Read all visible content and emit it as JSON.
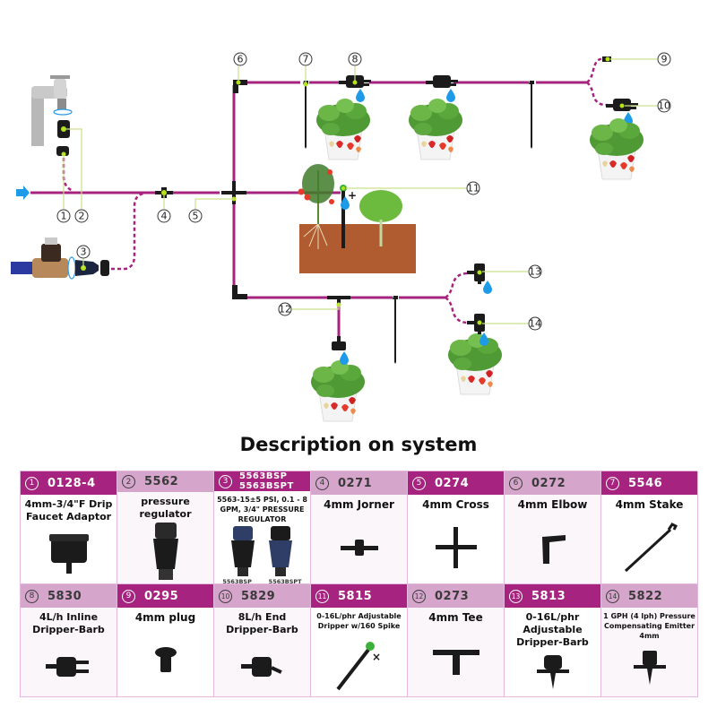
{
  "diagram": {
    "callouts": [
      {
        "num": "1"
      },
      {
        "num": "2"
      },
      {
        "num": "3"
      },
      {
        "num": "4"
      },
      {
        "num": "5"
      },
      {
        "num": "6"
      },
      {
        "num": "7"
      },
      {
        "num": "8"
      },
      {
        "num": "9"
      },
      {
        "num": "10"
      },
      {
        "num": "11"
      },
      {
        "num": "12"
      },
      {
        "num": "13"
      },
      {
        "num": "14"
      }
    ],
    "colors": {
      "tubing": "#a6247f",
      "leader": "#c9e08a",
      "water_arrow": "#1e9be8",
      "droplet": "#1e9be8",
      "connector_dot": "#b5e31a"
    }
  },
  "description": {
    "title": "Description on system",
    "colors": {
      "header_dark": "#a6247f",
      "header_light": "#d5a5cb",
      "border": "#e5b8df"
    },
    "parts": [
      {
        "num": "1",
        "code": "0128-4",
        "desc": "4mm-3/4\"F Drip Faucet Adaptor",
        "icon": "faucet-adaptor-icon",
        "header": "dark"
      },
      {
        "num": "2",
        "code": "5562",
        "desc": "pressure regulator",
        "icon": "pressure-regulator-icon",
        "header": "light"
      },
      {
        "num": "3",
        "code": "5563BSP",
        "code2": "5563BSPT",
        "desc": "5563-15±5 PSI, 0.1 - 8 GPM, 3/4\" PRESSURE REGULATOR",
        "sub_labels": [
          "5563BSP",
          "5563BSPT"
        ],
        "icon": "pressure-regulator-pair-icon",
        "header": "dark"
      },
      {
        "num": "4",
        "code": "0271",
        "desc": "4mm Jorner",
        "icon": "jorner-icon",
        "header": "light"
      },
      {
        "num": "5",
        "code": "0274",
        "desc": "4mm Cross",
        "icon": "cross-connector-icon",
        "header": "dark"
      },
      {
        "num": "6",
        "code": "0272",
        "desc": "4mm Elbow",
        "icon": "elbow-connector-icon",
        "header": "light"
      },
      {
        "num": "7",
        "code": "5546",
        "desc": "4mm Stake",
        "icon": "stake-icon",
        "header": "dark"
      },
      {
        "num": "8",
        "code": "5830",
        "desc": "4L/h Inline Dripper-Barb",
        "icon": "inline-dripper-icon",
        "header": "light"
      },
      {
        "num": "9",
        "code": "0295",
        "desc": "4mm plug",
        "icon": "plug-icon",
        "header": "dark"
      },
      {
        "num": "10",
        "code": "5829",
        "desc": "8L/h End Dripper-Barb",
        "icon": "end-dripper-icon",
        "header": "light"
      },
      {
        "num": "11",
        "code": "5815",
        "desc": "0-16L/phr Adjustable Dripper w/160 Spike",
        "icon": "spike-dripper-icon",
        "header": "dark"
      },
      {
        "num": "12",
        "code": "0273",
        "desc": "4mm Tee",
        "icon": "tee-connector-icon",
        "header": "light"
      },
      {
        "num": "13",
        "code": "5813",
        "desc": "0-16L/phr Adjustable Dripper-Barb",
        "icon": "adjustable-dripper-icon",
        "header": "dark"
      },
      {
        "num": "14",
        "code": "5822",
        "desc": "1 GPH (4 lph) Pressure Compensating Emitter 4mm",
        "icon": "pc-emitter-icon",
        "header": "light"
      }
    ]
  }
}
